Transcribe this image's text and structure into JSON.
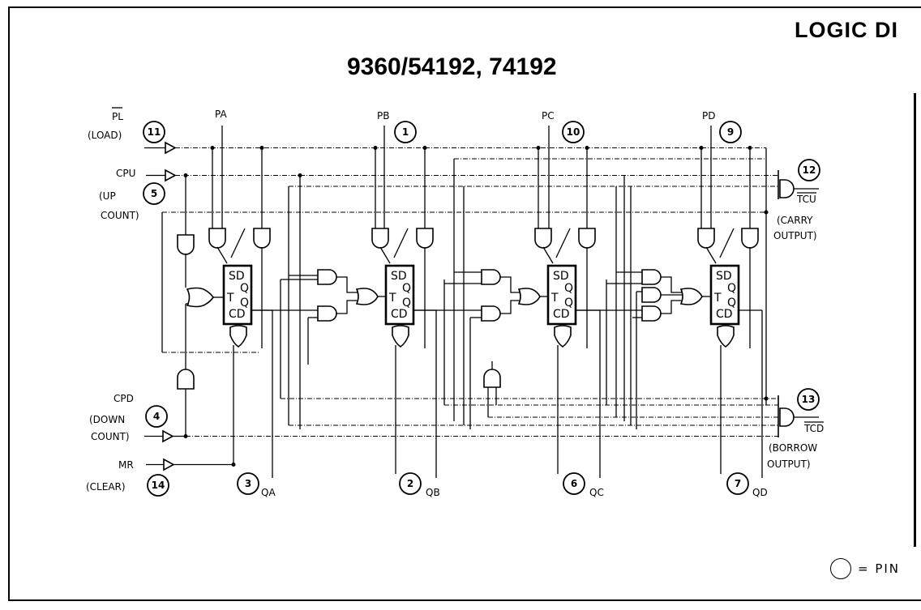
{
  "header": {
    "title": "LOGIC DI",
    "subtitle": "9360/54192, 74192"
  },
  "inputs": {
    "pl_label": "PL",
    "pl_sub": "(LOAD)",
    "pl_pin": "11",
    "cpu_label": "CPU",
    "cpu_sub1": "(UP",
    "cpu_sub2": "COUNT)",
    "cpu_pin": "5",
    "cpd_label": "CPD",
    "cpd_sub1": "(DOWN",
    "cpd_sub2": "COUNT)",
    "cpd_pin": "4",
    "mr_label": "MR",
    "mr_sub": "(CLEAR)",
    "mr_pin": "14"
  },
  "parallel_inputs": [
    {
      "label": "PA",
      "pin": ""
    },
    {
      "label": "PB",
      "pin": "1"
    },
    {
      "label": "PC",
      "pin": "10"
    },
    {
      "label": "PD",
      "pin": "9"
    }
  ],
  "outputs_q": [
    {
      "label": "QA",
      "pin": "3"
    },
    {
      "label": "QB",
      "pin": "2"
    },
    {
      "label": "QC",
      "pin": "6"
    },
    {
      "label": "QD",
      "pin": "7"
    }
  ],
  "flipflop": {
    "sd": "SD",
    "q1": "Q",
    "t": "T",
    "q2": "Q",
    "cd": "CD"
  },
  "carry": {
    "pin": "12",
    "label": "TCU",
    "sub1": "(CARRY",
    "sub2": "OUTPUT)"
  },
  "borrow": {
    "pin": "13",
    "label": "TCD",
    "sub1": "(BORROW",
    "sub2": "OUTPUT)"
  },
  "legend": {
    "text": "= PIN"
  }
}
